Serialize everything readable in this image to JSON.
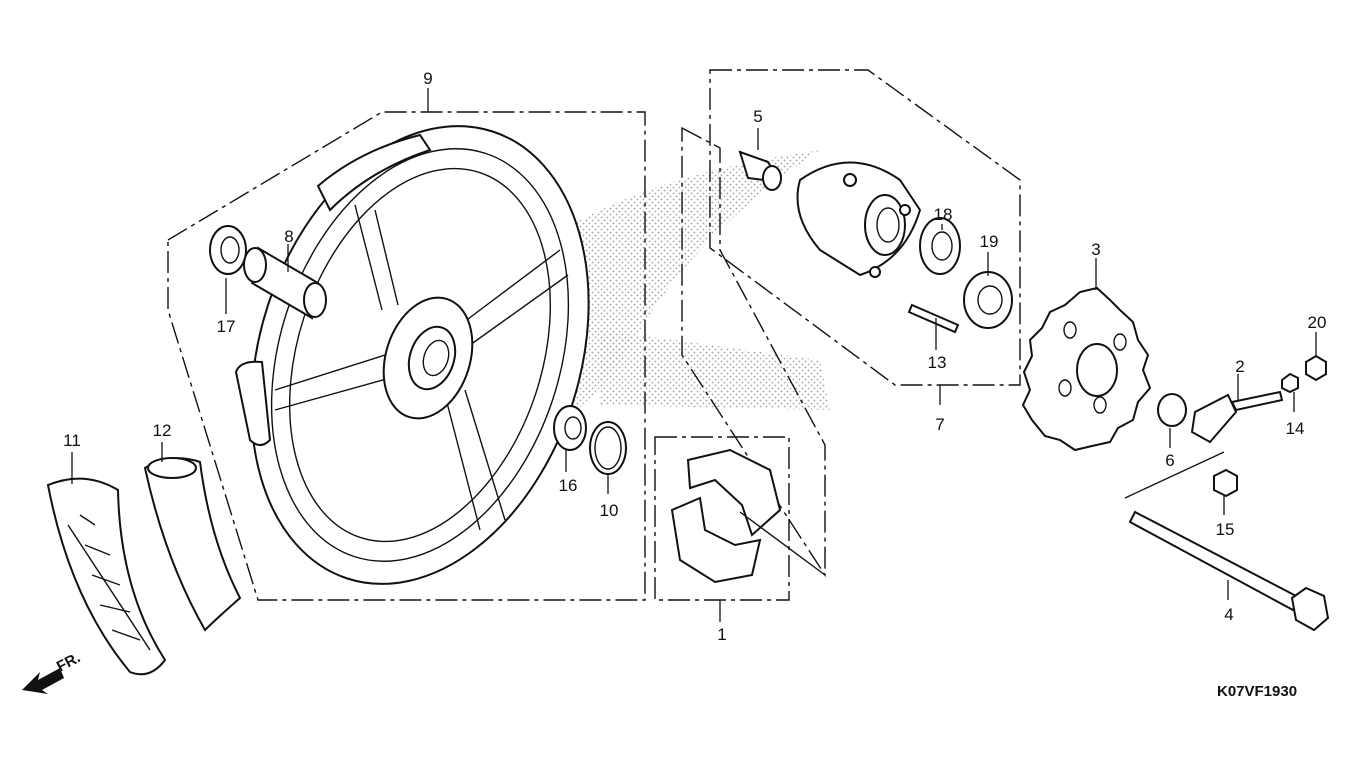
{
  "diagram": {
    "code": "K07VF1930",
    "direction_label": "FR.",
    "callouts": [
      {
        "id": "c1",
        "text": "1"
      },
      {
        "id": "c2",
        "text": "2"
      },
      {
        "id": "c3",
        "text": "3"
      },
      {
        "id": "c4",
        "text": "4"
      },
      {
        "id": "c5",
        "text": "5"
      },
      {
        "id": "c6",
        "text": "6"
      },
      {
        "id": "c7",
        "text": "7"
      },
      {
        "id": "c8",
        "text": "8"
      },
      {
        "id": "c9",
        "text": "9"
      },
      {
        "id": "c10",
        "text": "10"
      },
      {
        "id": "c11",
        "text": "11"
      },
      {
        "id": "c12",
        "text": "12"
      },
      {
        "id": "c13",
        "text": "13"
      },
      {
        "id": "c14",
        "text": "14"
      },
      {
        "id": "c15",
        "text": "15"
      },
      {
        "id": "c16",
        "text": "16"
      },
      {
        "id": "c17",
        "text": "17"
      },
      {
        "id": "c18",
        "text": "18"
      },
      {
        "id": "c19",
        "text": "19"
      },
      {
        "id": "c20",
        "text": "20"
      }
    ]
  }
}
